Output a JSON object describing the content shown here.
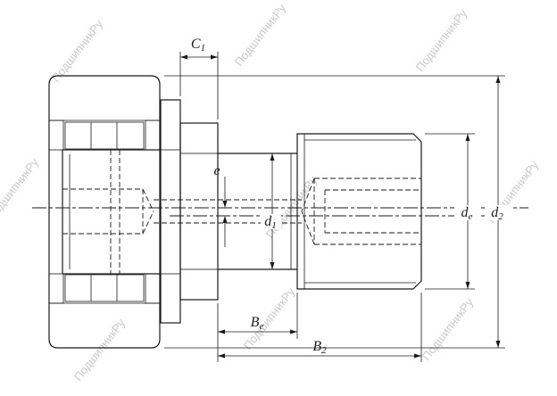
{
  "watermark": {
    "text": "ПодшипникРу"
  },
  "dims": {
    "c1": {
      "main": "C",
      "sub": "1"
    },
    "e": {
      "main": "e",
      "sub": ""
    },
    "d1": {
      "main": "d",
      "sub": "1"
    },
    "de": {
      "main": "d",
      "sub": "e"
    },
    "d2": {
      "main": "d",
      "sub": "2"
    },
    "be": {
      "main": "B",
      "sub": "e"
    },
    "b2": {
      "main": "B",
      "sub": "2"
    }
  },
  "colors": {
    "line": "#1a1a1a",
    "watermark": "#c9c9c9",
    "background": "#ffffff",
    "hatch": "#3c3c3c"
  }
}
